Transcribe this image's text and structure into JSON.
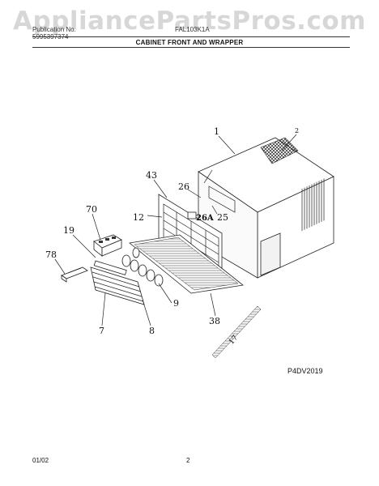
{
  "watermark": "AppliancePartsPros.com",
  "header": {
    "left_lines": [
      "Publication No.",
      "5995397374"
    ],
    "model": "FAL103K1A",
    "title": "CABINET FRONT AND WRAPPER"
  },
  "callouts": {
    "c1": "1",
    "c2": "2",
    "c43": "43",
    "c26": "26",
    "c12": "12",
    "c26a": "26A",
    "c25": "25",
    "c70": "70",
    "c19": "19",
    "c78": "78",
    "c9": "9",
    "c38": "38",
    "c7": "7",
    "c8": "8",
    "c17": "17"
  },
  "diagram_code": "P4DV2019",
  "footer": {
    "date": "01/02",
    "page": "2"
  }
}
